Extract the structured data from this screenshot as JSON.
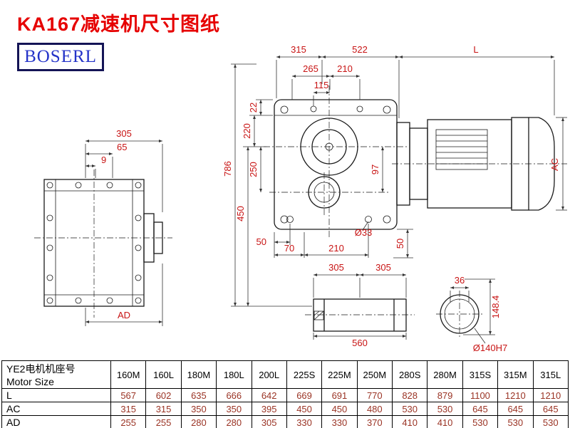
{
  "page": {
    "title": "KA167减速机尺寸图纸",
    "logo": "BOSERL"
  },
  "colors": {
    "title-red": "#e60000",
    "dim-red": "#c81414",
    "logo-blue": "#2433c8",
    "logo-border": "#141456",
    "table-value": "#9a3324",
    "line": "#1a1a1a"
  },
  "dims": {
    "t315": "315",
    "t522": "522",
    "tL": "L",
    "t265": "265",
    "t210": "210",
    "t115": "115",
    "v22": "22",
    "v220": "220",
    "v250": "250",
    "v450": "450",
    "v786": "786",
    "v97": "97",
    "b50": "50",
    "b70": "70",
    "b210": "210",
    "b33": "Ø33",
    "b50r": "50",
    "f305": "305",
    "f65": "65",
    "f9": "9",
    "fAD": "AD",
    "s305a": "305",
    "s305b": "305",
    "s560": "560",
    "c36": "36",
    "c148": "148.4",
    "c140": "Ø140H7",
    "mAC": "AC"
  },
  "table": {
    "label_cn": "YE2电机机座号",
    "label_en": "Motor Size",
    "columns": [
      "160M",
      "160L",
      "180M",
      "180L",
      "200L",
      "225S",
      "225M",
      "250M",
      "280S",
      "280M",
      "315S",
      "315M",
      "315L"
    ],
    "rows": [
      {
        "label": "L",
        "values": [
          "567",
          "602",
          "635",
          "666",
          "642",
          "669",
          "691",
          "770",
          "828",
          "879",
          "1100",
          "1210",
          "1210"
        ]
      },
      {
        "label": "AC",
        "values": [
          "315",
          "315",
          "350",
          "350",
          "395",
          "450",
          "450",
          "480",
          "530",
          "530",
          "645",
          "645",
          "645"
        ]
      },
      {
        "label": "AD",
        "values": [
          "255",
          "255",
          "280",
          "280",
          "305",
          "330",
          "330",
          "370",
          "410",
          "410",
          "530",
          "530",
          "530"
        ]
      }
    ]
  }
}
